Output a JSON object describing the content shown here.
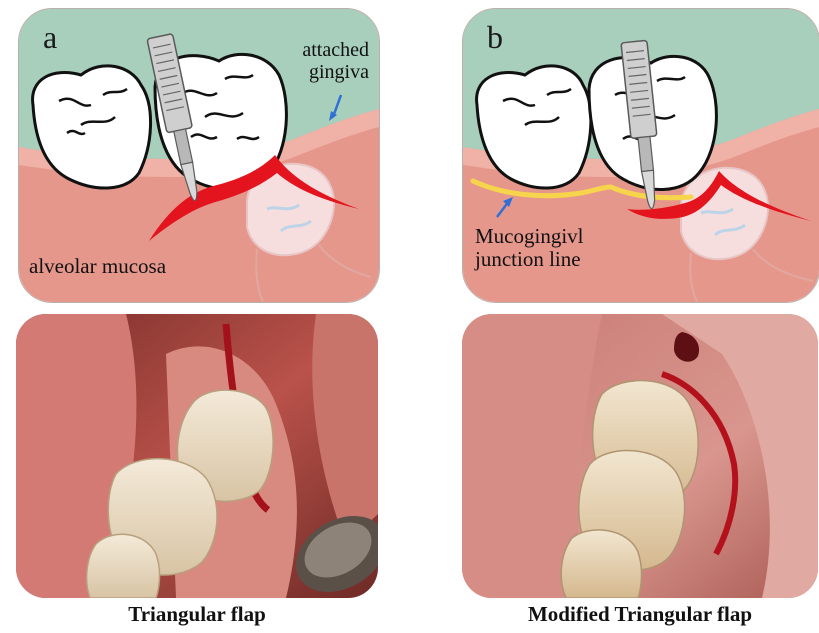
{
  "panel_a": {
    "letter": "a",
    "label_attached": "attached\ngingiva",
    "label_mucosa": "alveolar mucosa",
    "caption": "Triangular flap"
  },
  "panel_b": {
    "letter": "b",
    "label_junction": "Mucogingivl\njunction line",
    "caption": "Modified Triangular flap"
  },
  "colors": {
    "gingiva_green": "#a7cfbc",
    "mucosa_pink": "#e6978c",
    "gum_line": "#f0b1a6",
    "incision_red": "#e3141e",
    "junction_yellow": "#f6d44c",
    "arrow_blue": "#2f6fd6"
  },
  "icons": [
    "scalpel-icon",
    "molar-icon",
    "impacted-tooth-icon",
    "arrow-icon"
  ]
}
